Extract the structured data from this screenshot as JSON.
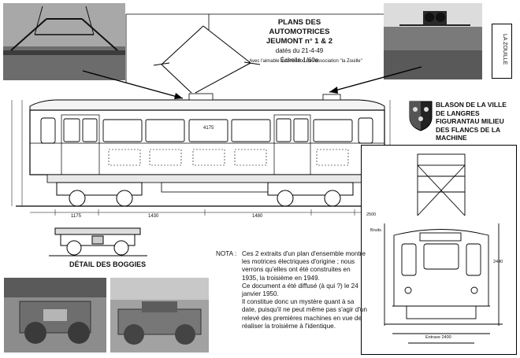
{
  "title": {
    "line1": "PLANS DES AUTOMOTRICES",
    "line2": "JEUMONT n° 1 & 2",
    "line3": "datés du 21-4-49",
    "line4": "Échelle 1/60e"
  },
  "credit": "Avec l'aimable autorisation de l'association \"la Zouille\"",
  "side_label": "LA ZOUILLE",
  "blason": "BLASON DE LA VILLE DE LANGRES FIGURANTAU MILIEU DES FLANCS DE LA MACHINE",
  "boggies_label": "DÉTAIL DES BOGGIES",
  "nota": {
    "label": "NOTA :",
    "paragraphs": [
      "Ces 2 extraits d'un plan d'ensemble montre les motrices électriques d'origine ; nous verrons qu'elles ont été construites en 1935, la troisième en 1949.",
      "Ce document a été diffusé (à qui ?) le 24 janvier 1950.",
      "Il constitue donc un mystère quant à sa date, puisqu'il ne peut même pas s'agir d'un relevé des premières machines en vue de réaliser la troisième à l'identique."
    ]
  },
  "drawing_labels": {
    "length_1": "4175",
    "length_2": "1175",
    "length_3": "1430",
    "length_4": "1480",
    "end_1": "2500",
    "end_2": "2440",
    "end_3": "Bruits",
    "end_4": "Entraxe 2400"
  }
}
